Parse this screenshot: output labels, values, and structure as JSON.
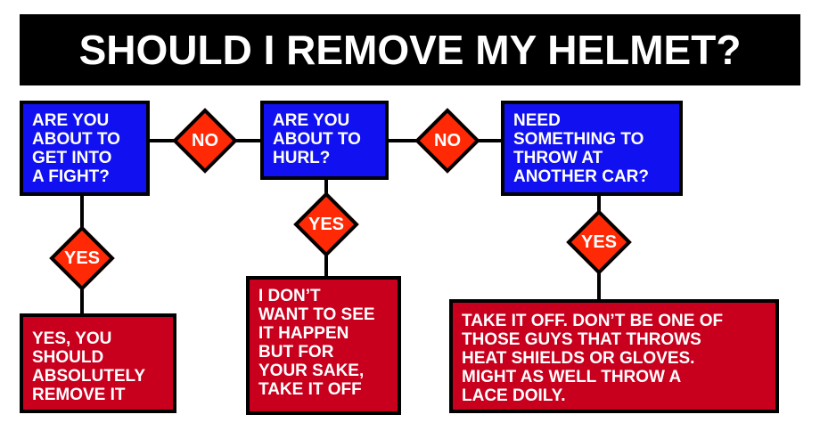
{
  "title": "SHOULD I REMOVE MY HELMET?",
  "questions": [
    "ARE YOU\nABOUT TO\nGET INTO\nA FIGHT?",
    "ARE YOU\nABOUT TO\nHURL?",
    "NEED\nSOMETHING TO\nTHROW AT\nANOTHER CAR?"
  ],
  "answers": [
    "YES, YOU\nSHOULD\nABSOLUTELY\nREMOVE IT",
    "I DON’T\nWANT TO SEE\nIT HAPPEN\nBUT FOR\nYOUR SAKE,\nTAKE IT OFF",
    "TAKE IT OFF. DON’T BE ONE OF\nTHOSE GUYS THAT THROWS\nHEAT SHIELDS OR GLOVES.\nMIGHT AS WELL THROW A\nLACE DOILY."
  ],
  "connectors": {
    "no": "NO",
    "yes": "YES"
  },
  "colors": {
    "title_bg": "#000000",
    "question_bg": "#1010f0",
    "answer_bg": "#c8001e",
    "diamond_fill": "#ff2a05"
  }
}
